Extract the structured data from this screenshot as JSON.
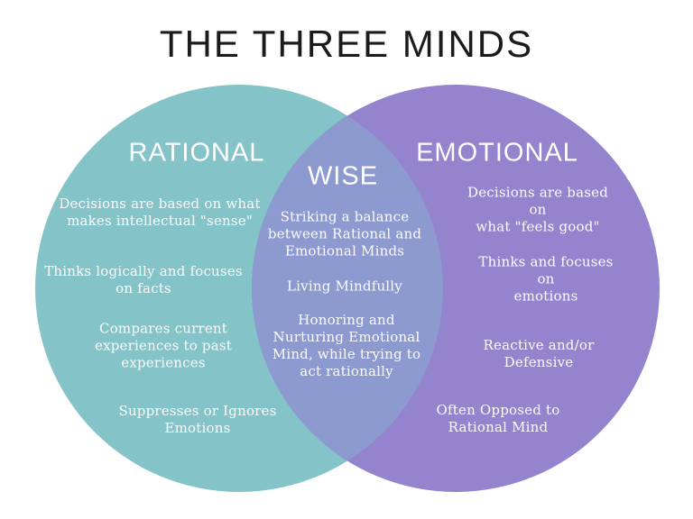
{
  "title": "THE THREE MINDS",
  "colors": {
    "background": "#ffffff",
    "title_text": "#1b1b1b",
    "circle_text": "#ffffff",
    "rational_circle": "#84c4c8",
    "emotional_circle": "#9484ce",
    "overlap_region": "#8c9ad0"
  },
  "venn": {
    "left": {
      "label": "RATIONAL",
      "items": [
        [
          "Decisions are based on what",
          "makes intellectual \"sense\""
        ],
        [
          "Thinks logically and focuses",
          "on facts"
        ],
        [
          "Compares current",
          "experiences to past",
          "experiences"
        ],
        [
          "Suppresses or Ignores",
          "Emotions"
        ]
      ]
    },
    "center": {
      "label": "WISE",
      "items": [
        [
          "Striking a balance",
          "between Rational and",
          "Emotional Minds"
        ],
        [
          "Living Mindfully"
        ],
        [
          "Honoring and",
          "Nurturing Emotional",
          "Mind, while trying to",
          "act rationally"
        ]
      ]
    },
    "right": {
      "label": "EMOTIONAL",
      "items": [
        [
          "Decisions are based on",
          "what \"feels good\""
        ],
        [
          "Thinks and focuses on",
          "emotions"
        ],
        [
          "Reactive and/or",
          "Defensive"
        ],
        [
          "Often Opposed to",
          "Rational Mind"
        ]
      ]
    }
  }
}
